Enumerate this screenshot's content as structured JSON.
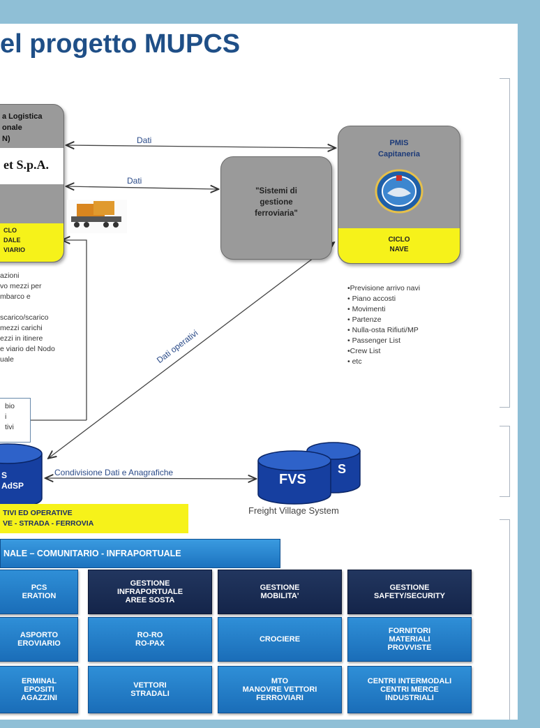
{
  "title": "el progetto MUPCS",
  "left_box": {
    "line1": "a Logistica",
    "line2": "onale",
    "line3": "N)",
    "company": "et S.p.A.",
    "cycle_line1": "CLO",
    "cycle_line2": "DALE",
    "cycle_line3": "VIARIO"
  },
  "left_bullets": [
    "azioni",
    "vo mezzi per",
    "mbarco e",
    "",
    "scarico/scarico",
    "mezzi carichi",
    "ezzi in itinere",
    "e viario del Nodo",
    "uale"
  ],
  "small_box": [
    "bio",
    "i",
    "tivi"
  ],
  "arrow_labels": {
    "dati_top": "Dati",
    "dati_mid": "Dati",
    "dati_operativi": "Dati operativi",
    "condivisione": "Condivisione Dati e Anagrafiche"
  },
  "railway_box": {
    "line1": "\"Sistemi di",
    "line2": "gestione",
    "line3": "ferroviaria\""
  },
  "pmis_box": {
    "line1": "PMIS",
    "line2": "Capitaneria",
    "cycle_line1": "CICLO",
    "cycle_line2": "NAVE"
  },
  "pmis_bullets": [
    "•Previsione arrivo  navi",
    "• Piano accosti",
    "• Movimenti",
    "• Partenze",
    "• Nulla-osta Rifiuti/MP",
    "• Passenger List",
    "•Crew List",
    "• etc"
  ],
  "left_cylinder": {
    "line1": "S",
    "line2": "AdSP"
  },
  "fvs": {
    "label": "FVS",
    "back_label": "S",
    "caption": "Freight Village System"
  },
  "yellow_banner": {
    "line1": "TIVI ED  OPERATIVE",
    "line2": "VE  -  STRADA  -  FERROVIA"
  },
  "blue_banner": "NALE – COMUNITARIO - INFRAPORTUALE",
  "tiles": [
    {
      "text": "PCS\nERATION",
      "style": "blue"
    },
    {
      "text": "GESTIONE\nINFRAPORTUALE\nAREE SOSTA",
      "style": "navy"
    },
    {
      "text": "GESTIONE\nMOBILITA'",
      "style": "navy"
    },
    {
      "text": "GESTIONE\nSAFETY/SECURITY",
      "style": "navy"
    },
    {
      "text": "ASPORTO\nEROVIARIO",
      "style": "blue"
    },
    {
      "text": "RO-RO\nRO-PAX",
      "style": "blue"
    },
    {
      "text": "CROCIERE",
      "style": "blue"
    },
    {
      "text": "FORNITORI\nMATERIALI\nPROVVISTE",
      "style": "blue"
    },
    {
      "text": "ERMINAL\nEPOSITI\nAGAZZINI",
      "style": "blue"
    },
    {
      "text": "VETTORI\nSTRADALI",
      "style": "blue"
    },
    {
      "text": "MTO\nMANOVRE VETTORI\nFERROVIARI",
      "style": "blue"
    },
    {
      "text": "CENTRI INTERMODALI\nCENTRI MERCE\nINDUSTRIALI",
      "style": "blue"
    }
  ],
  "colors": {
    "frame": "#8fbfd6",
    "title": "#1f4f87",
    "yellow": "#f6f21a",
    "tile_blue": "#1a6db8",
    "tile_navy": "#14254a"
  }
}
